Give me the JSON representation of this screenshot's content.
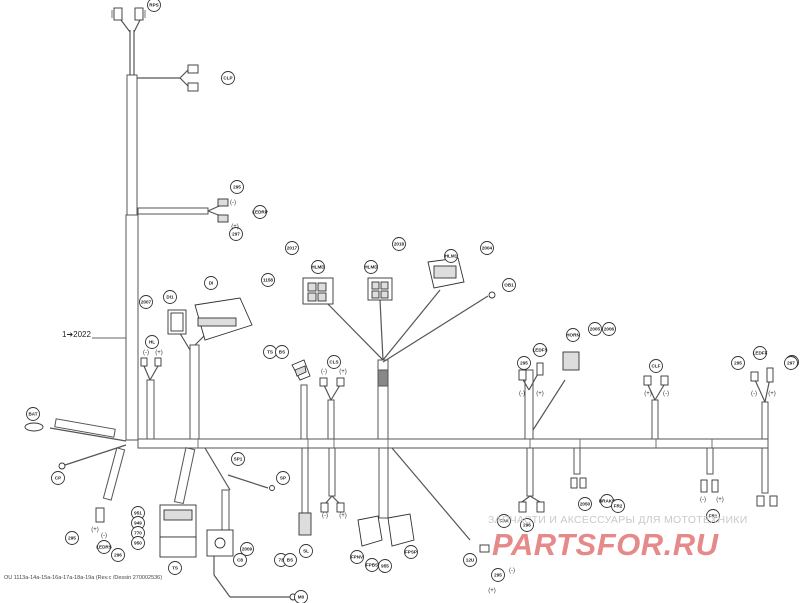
{
  "diagram": {
    "reference_note": "1➔2022",
    "footer": "OU 1113a-14a-15a-16a-17a-18a-19a (Rev.c /Dessin 270002536)",
    "callouts": [
      "RPS",
      "CLP",
      "295",
      "297",
      "LEDRP",
      "2017",
      "HLMD",
      "2018",
      "HLMD",
      "HLM1",
      "2004",
      "OB1",
      "1158",
      "DI",
      "2007",
      "DI1",
      "HL",
      "TS",
      "BS",
      "CLS",
      "BAT",
      "CP",
      "295",
      "297",
      "LEDFS",
      "HORN",
      "2005",
      "2006",
      "CLF",
      "295",
      "LEDFF",
      "297",
      "SP1",
      "SP",
      "951",
      "949",
      "770",
      "950",
      "TS",
      "C8",
      "2009",
      "M0",
      "295",
      "LEDRS",
      "296",
      "73",
      "BS",
      "SL",
      "FPA",
      "FPNV",
      "FPSP",
      "FPBS",
      "955",
      "12U",
      "295",
      "296",
      "2050",
      "BRAKE",
      "FR2",
      "FR1"
    ],
    "signs": [
      "(-)",
      "(+)",
      "(-)",
      "(+)",
      "(-)",
      "(+)",
      "(-)",
      "(+)",
      "(+)",
      "(-)",
      "(-)",
      "(+)",
      "(+)",
      "(-)",
      "(-)",
      "(+)",
      "(-)",
      "(+)",
      "(-)",
      "(+)"
    ]
  },
  "watermark": {
    "text": "ЗАПЧАСТИ И АКСЕССУАРЫ ДЛЯ МОТОТЕХНИКИ",
    "logo": "PARTSFOR.RU",
    "logo_color": "#d22828"
  }
}
